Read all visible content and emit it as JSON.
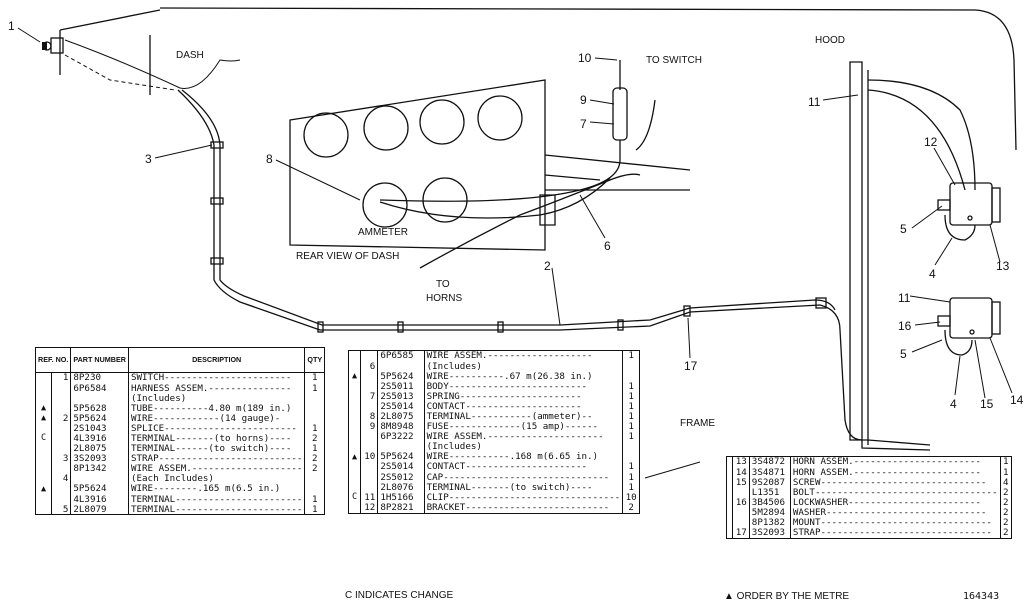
{
  "labels": {
    "dash": "DASH",
    "to_switch": "TO SWITCH",
    "hood": "HOOD",
    "ammeter": "AMMETER",
    "rear_view": "REAR VIEW OF DASH",
    "to_horns_1": "TO",
    "to_horns_2": "HORNS",
    "frame": "FRAME"
  },
  "callouts": [
    "1",
    "3",
    "8",
    "10",
    "9",
    "7",
    "6",
    "2",
    "11",
    "12",
    "5",
    "4",
    "13",
    "11",
    "16",
    "5",
    "4",
    "15",
    "14",
    "17"
  ],
  "table_headers": {
    "ref": "REF. NO.",
    "part": "PART NUMBER",
    "description": "DESCRIPTION",
    "qty": "QTY"
  },
  "table_left": [
    {
      "mark": "",
      "ref": "1",
      "part": "8P230",
      "desc": "SWITCH-----------------------",
      "qty": "1"
    },
    {
      "mark": "",
      "ref": "",
      "part": "6P6584",
      "desc": "HARNESS ASSEM.---------------",
      "qty": "1"
    },
    {
      "mark": "",
      "ref": "",
      "part": "",
      "desc": "(Includes)",
      "qty": ""
    },
    {
      "mark": "▲",
      "ref": "",
      "part": "5P5628",
      "desc": "TUBE----------4.80 m(189 in.)",
      "qty": ""
    },
    {
      "mark": "▲",
      "ref": "2",
      "part": "5P5624",
      "desc": "WIRE------------(14 gauge)-",
      "qty": ""
    },
    {
      "mark": "",
      "ref": "",
      "part": "2S1043",
      "desc": "SPLICE------------------------",
      "qty": "1"
    },
    {
      "mark": "C",
      "ref": "",
      "part": "4L3916",
      "desc": "TERMINAL-------(to horns)----",
      "qty": "2"
    },
    {
      "mark": "",
      "ref": "",
      "part": "2L8075",
      "desc": "TERMINAL------(to switch)----",
      "qty": "1"
    },
    {
      "mark": "",
      "ref": "3",
      "part": "3S2093",
      "desc": "STRAP--------------------------",
      "qty": "2"
    },
    {
      "mark": "",
      "ref": "",
      "part": "8P1342",
      "desc": "WIRE ASSEM.--------------------",
      "qty": "2"
    },
    {
      "mark": "",
      "ref": "4",
      "part": "",
      "desc": "(Each Includes)",
      "qty": ""
    },
    {
      "mark": "▲",
      "ref": "",
      "part": "5P5624",
      "desc": "WIRE--------.165 m(6.5 in.)",
      "qty": ""
    },
    {
      "mark": "",
      "ref": "",
      "part": "4L3916",
      "desc": "TERMINAL-----------------------",
      "qty": "1"
    },
    {
      "mark": "",
      "ref": "5",
      "part": "2L8079",
      "desc": "TERMINAL-----------------------",
      "qty": "1"
    }
  ],
  "table_mid": [
    {
      "mark": "",
      "ref": "",
      "part": "6P6585",
      "desc": "WIRE ASSEM.-------------------",
      "qty": "1"
    },
    {
      "mark": "",
      "ref": "6",
      "part": "",
      "desc": "(Includes)",
      "qty": ""
    },
    {
      "mark": "▲",
      "ref": "",
      "part": "5P5624",
      "desc": "WIRE----------.67 m(26.38 in.)",
      "qty": ""
    },
    {
      "mark": "",
      "ref": "",
      "part": "2S5011",
      "desc": "BODY-------------------------",
      "qty": "1"
    },
    {
      "mark": "",
      "ref": "7",
      "part": "2S5013",
      "desc": "SPRING----------------------",
      "qty": "1"
    },
    {
      "mark": "",
      "ref": "",
      "part": "2S5014",
      "desc": "CONTACT---------------------",
      "qty": "1"
    },
    {
      "mark": "",
      "ref": "8",
      "part": "2L8075",
      "desc": "TERMINAL-----------(ammeter)--",
      "qty": "1"
    },
    {
      "mark": "",
      "ref": "9",
      "part": "8M8948",
      "desc": "FUSE-------------(15 amp)------",
      "qty": "1"
    },
    {
      "mark": "",
      "ref": "",
      "part": "6P3222",
      "desc": "WIRE ASSEM.---------------------",
      "qty": "1"
    },
    {
      "mark": "",
      "ref": "",
      "part": "",
      "desc": "(Includes)",
      "qty": ""
    },
    {
      "mark": "▲",
      "ref": "10",
      "part": "5P5624",
      "desc": "WIRE-----------.168 m(6.65 in.)",
      "qty": ""
    },
    {
      "mark": "",
      "ref": "",
      "part": "2S5014",
      "desc": "CONTACT----------------------",
      "qty": "1"
    },
    {
      "mark": "",
      "ref": "",
      "part": "2S5012",
      "desc": "CAP------------------------------",
      "qty": "1"
    },
    {
      "mark": "",
      "ref": "",
      "part": "2L8076",
      "desc": "TERMINAL-------(to switch)----",
      "qty": "1"
    },
    {
      "mark": "C",
      "ref": "11",
      "part": "1H5166",
      "desc": "CLIP-------------------------------",
      "qty": "10"
    },
    {
      "mark": "",
      "ref": "12",
      "part": "8P2821",
      "desc": "BRACKET--------------------------",
      "qty": "2"
    }
  ],
  "table_right": [
    {
      "mark": "",
      "ref": "13",
      "part": "3S4872",
      "desc": "HORN ASSEM.-----------------------",
      "qty": "1"
    },
    {
      "mark": "",
      "ref": "14",
      "part": "3S4871",
      "desc": "HORN ASSEM.-----------------------",
      "qty": "1"
    },
    {
      "mark": "",
      "ref": "15",
      "part": "9S2087",
      "desc": "SCREW------------------------------",
      "qty": "4"
    },
    {
      "mark": "",
      "ref": "",
      "part": "L1351",
      "desc": "BOLT---------------------------------",
      "qty": "2"
    },
    {
      "mark": "",
      "ref": "16",
      "part": "3B4506",
      "desc": "LOCKWASHER------------------------",
      "qty": "2"
    },
    {
      "mark": "",
      "ref": "",
      "part": "5M2894",
      "desc": "WASHER-----------------------------",
      "qty": "2"
    },
    {
      "mark": "",
      "ref": "",
      "part": "8P1382",
      "desc": "MOUNT-------------------------------",
      "qty": "2"
    },
    {
      "mark": "",
      "ref": "17",
      "part": "3S2093",
      "desc": "STRAP-------------------------------",
      "qty": "2"
    }
  ],
  "notes": {
    "change": "C INDICATES CHANGE",
    "metre": "▲ ORDER BY THE METRE",
    "illustration_number": "164343"
  }
}
